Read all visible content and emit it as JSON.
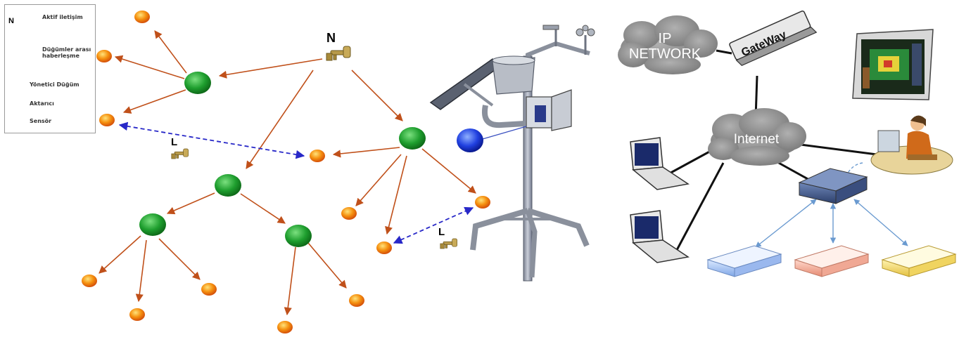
{
  "legend": {
    "items": [
      {
        "key": "active",
        "label": "Aktif iletişim",
        "icon": "red-arrow-key-icon"
      },
      {
        "key": "peer",
        "label": "Düğümler arası haberleşme",
        "icon": "blue-dashed-arrow-key-icon"
      },
      {
        "key": "manager",
        "label": "Yönetici Düğüm",
        "icon": "blue-circle",
        "color": "#1a3fd6"
      },
      {
        "key": "relay",
        "label": "Aktarıcı",
        "icon": "green-circle",
        "color": "#1a9a2a"
      },
      {
        "key": "sensor",
        "label": "Sensör",
        "icon": "orange-circle",
        "color": "#f08a10"
      }
    ],
    "corner_letter": "N"
  },
  "sensor_net": {
    "root_label": "N",
    "link_labels": [
      "L",
      "L"
    ]
  },
  "network": {
    "ip_cloud": "IP\nNETWORK",
    "gateway": "GateWay",
    "internet": "Internet"
  },
  "colors": {
    "arrow": "#c0501a",
    "dashed": "#2828c8",
    "relay": "#1e9e2e",
    "sensor": "#f5900f",
    "manager": "#2040e0",
    "cloud": "#8a8a8a"
  }
}
